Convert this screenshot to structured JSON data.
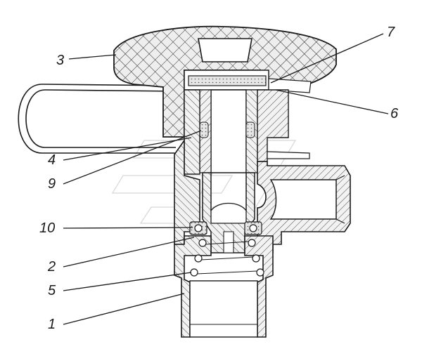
{
  "callouts": {
    "c1": "1",
    "c2": "2",
    "c3": "3",
    "c4": "4",
    "c5": "5",
    "c6": "6",
    "c7": "7",
    "c9": "9",
    "c10": "10"
  }
}
